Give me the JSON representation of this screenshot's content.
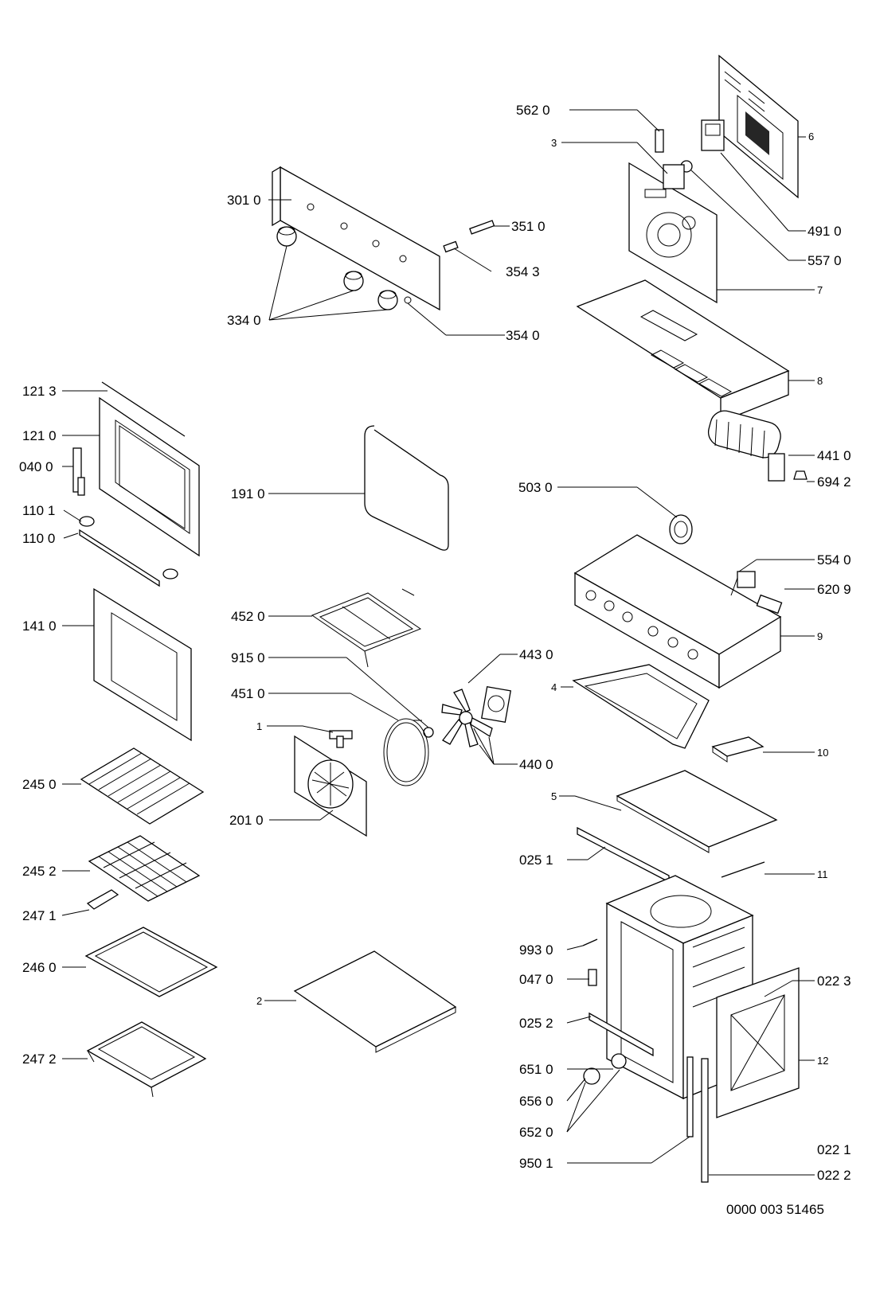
{
  "document_number": "0000 003 51465",
  "part_labels": {
    "p3010": "301 0",
    "p3510": "351 0",
    "p3543": "354 3",
    "p3340": "334 0",
    "p3540": "354 0",
    "p5620": "562 0",
    "p3": "3",
    "p6": "6",
    "p4910": "491 0",
    "p5570": "557 0",
    "p7": "7",
    "p8": "8",
    "p1213": "121 3",
    "p1210": "121 0",
    "p0400": "040 0",
    "p1101": "110 1",
    "p1100": "110 0",
    "p1910": "191 0",
    "p4410": "441 0",
    "p6942": "694 2",
    "p5030": "503 0",
    "p5540": "554 0",
    "p6209": "620 9",
    "p9": "9",
    "p1410": "141 0",
    "p4520": "452 0",
    "p9150": "915 0",
    "p4430": "443 0",
    "p4510": "451 0",
    "p4": "4",
    "p1": "1",
    "p4400": "440 0",
    "p10": "10",
    "p2450": "245 0",
    "p2010": "201 0",
    "p5": "5",
    "p0251": "025 1",
    "p2452": "245 2",
    "p2471": "247 1",
    "p11": "11",
    "p9930": "993 0",
    "p2460": "246 0",
    "p0470": "047 0",
    "p0223": "022 3",
    "p2": "2",
    "p0252": "025 2",
    "p12": "12",
    "p6510": "651 0",
    "p6560": "656 0",
    "p6520": "652 0",
    "p9501": "950 1",
    "p0221": "022 1",
    "p0222": "022 2",
    "p2472": "247 2"
  }
}
